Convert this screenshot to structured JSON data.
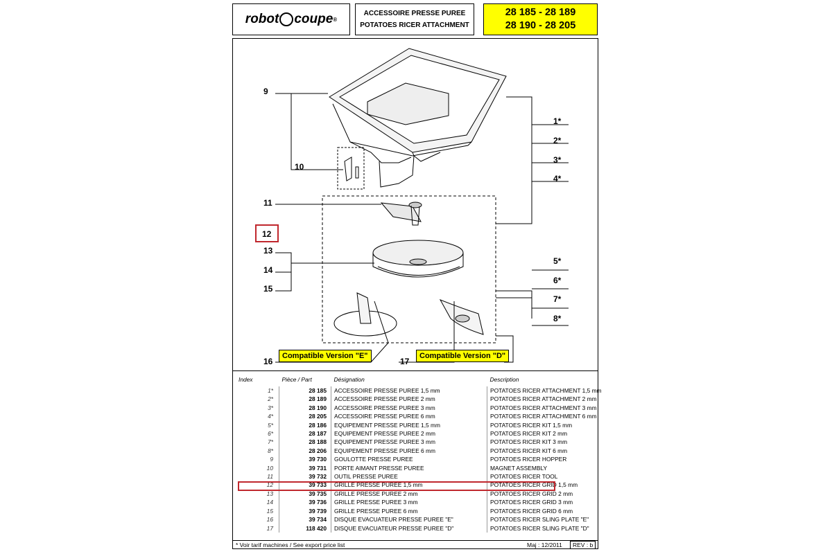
{
  "header": {
    "brand": "robot coupe",
    "brand_part1": "robot",
    "brand_part2": "coupe",
    "registered": "®",
    "title_fr": "ACCESSOIRE PRESSE PUREE",
    "title_en": "POTATOES RICER ATTACHMENT",
    "models_line1": "28 185 - 28 189",
    "models_line2": "28 190 - 28 205"
  },
  "callouts": {
    "left": [
      "9",
      "10",
      "11",
      "12",
      "13",
      "14",
      "15",
      "16",
      "17"
    ],
    "right": [
      "1*",
      "2*",
      "3*",
      "4*",
      "5*",
      "6*",
      "7*",
      "8*"
    ],
    "badge_e": "Compatible Version \"E\"",
    "badge_d": "Compatible Version \"D\""
  },
  "table": {
    "headers": [
      "Index",
      "Pièce / Part",
      "Désignation",
      "Description"
    ],
    "rows": [
      {
        "index": "1*",
        "part": "28 185",
        "des": "ACCESSOIRE PRESSE PUREE 1,5 mm",
        "desc": "POTATOES RICER ATTACHMENT 1,5 mm"
      },
      {
        "index": "2*",
        "part": "28 189",
        "des": "ACCESSOIRE PRESSE PUREE 2 mm",
        "desc": "POTATOES RICER ATTACHMENT 2 mm"
      },
      {
        "index": "3*",
        "part": "28 190",
        "des": "ACCESSOIRE PRESSE PUREE 3 mm",
        "desc": "POTATOES RICER ATTACHMENT 3 mm"
      },
      {
        "index": "4*",
        "part": "28 205",
        "des": "ACCESSOIRE PRESSE PUREE 6 mm",
        "desc": "POTATOES RICER ATTACHMENT 6 mm"
      },
      {
        "index": "5*",
        "part": "28 186",
        "des": "EQUIPEMENT PRESSE PUREE 1,5 mm",
        "desc": "POTATOES RICER KIT 1,5 mm"
      },
      {
        "index": "6*",
        "part": "28 187",
        "des": "EQUIPEMENT PRESSE PUREE 2 mm",
        "desc": "POTATOES RICER KIT 2 mm"
      },
      {
        "index": "7*",
        "part": "28 188",
        "des": "EQUIPEMENT PRESSE PUREE 3 mm",
        "desc": "POTATOES RICER KIT 3 mm"
      },
      {
        "index": "8*",
        "part": "28 206",
        "des": "EQUIPEMENT PRESSE PUREE 6 mm",
        "desc": "POTATOES RICER KIT 6 mm"
      },
      {
        "index": "9",
        "part": "39 730",
        "des": "GOULOTTE PRESSE PUREE",
        "desc": "POTATOES RICER HOPPER"
      },
      {
        "index": "10",
        "part": "39 731",
        "des": "PORTE AIMANT PRESSE PUREE",
        "desc": "MAGNET ASSEMBLY"
      },
      {
        "index": "11",
        "part": "39 732",
        "des": "OUTIL PRESSE PUREE",
        "desc": "POTATOES RICER TOOL"
      },
      {
        "index": "12",
        "part": "39 733",
        "des": "GRILLE PRESSE PUREE  1,5 mm",
        "desc": "POTATOES RICER GRID  1,5 mm"
      },
      {
        "index": "13",
        "part": "39 735",
        "des": "GRILLE PRESSE PUREE  2 mm",
        "desc": "POTATOES RICER GRID  2 mm"
      },
      {
        "index": "14",
        "part": "39 736",
        "des": "GRILLE PRESSE PUREE  3 mm",
        "desc": "POTATOES RICER GRID  3 mm"
      },
      {
        "index": "15",
        "part": "39 739",
        "des": "GRILLE PRESSE PUREE  6 mm",
        "desc": "POTATOES RICER GRID  6 mm"
      },
      {
        "index": "16",
        "part": "39 734",
        "des": "DISQUE EVACUATEUR PRESSE PUREE \"E\"",
        "desc": "POTATOES RICER SLING PLATE \"E\""
      },
      {
        "index": "17",
        "part": "118 420",
        "des": "DISQUE EVACUATEUR PRESSE PUREE \"D\"",
        "desc": "POTATOES RICER SLING PLATE \"D\""
      }
    ]
  },
  "footer": {
    "note": "* Voir tarif machines / See export price list",
    "maj": "Maj : 12/2011",
    "rev": "REV :  b"
  },
  "colors": {
    "highlight": "#c0272d",
    "badge": "#ffff00"
  }
}
